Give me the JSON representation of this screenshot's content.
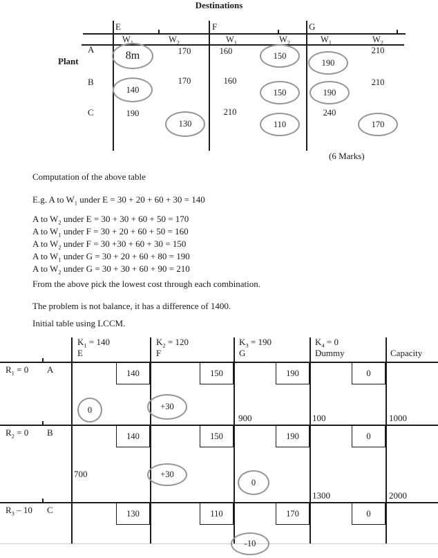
{
  "page": {
    "title": "Destinations",
    "plant_label": "Plant",
    "marks_note": "(6 Marks)"
  },
  "top_table": {
    "group_labels": [
      "E",
      "F",
      "G"
    ],
    "w_header": {
      "base": "W",
      "sub1": "1",
      "sub2": "2"
    },
    "row_labels": [
      "A",
      "B",
      "C"
    ],
    "rows": [
      {
        "cells": [
          {
            "v": "8m"
          },
          {
            "v": "170"
          },
          {
            "v": "160"
          },
          {
            "v": "150"
          },
          {
            "v": "190"
          },
          {
            "v": "210"
          }
        ]
      },
      {
        "cells": [
          {
            "v": "140"
          },
          {
            "v": "170"
          },
          {
            "v": "160"
          },
          {
            "v": "150"
          },
          {
            "v": "190"
          },
          {
            "v": "210"
          }
        ]
      },
      {
        "cells": [
          {
            "v": "190"
          },
          {
            "v": "130"
          },
          {
            "v": "210"
          },
          {
            "v": "110"
          },
          {
            "v": "240"
          },
          {
            "v": "170"
          }
        ]
      }
    ]
  },
  "notes": {
    "computation_title": "Computation of the above table",
    "lines": [
      {
        "pre": "E.g. A to W",
        "sub": "1",
        "post": " under E = 30 + 20 + 60 + 30 = 140"
      },
      {
        "pre": "A to W",
        "sub": "2",
        "post": " under E = 30 + 30 + 60 + 50 = 170"
      },
      {
        "pre": "A to W",
        "sub": "1",
        "post": " under F = 30 + 20 + 60 + 50 = 160"
      },
      {
        "pre": "A to W",
        "sub": "2",
        "post": " under F = 30 +30 + 60 + 30 = 150"
      },
      {
        "pre": "A to W",
        "sub": "1",
        "post": " under G = 30 + 20 + 60 + 80 = 190"
      },
      {
        "pre": "A to W",
        "sub": "2",
        "post": " under G = 30 + 30 + 60 + 90 = 210"
      }
    ],
    "pick_note": "From the above pick the lowest cost through each combination.",
    "balance_note": "The problem is not balance, it has a difference of 1400.",
    "initial_note": "Initial table using LCCM."
  },
  "bottom_table": {
    "col_headers": [
      {
        "kbase": "K",
        "ksub": "1",
        "krest": " = 140",
        "name": "E"
      },
      {
        "kbase": "K",
        "ksub": "2",
        "krest": " = 120",
        "name": "F"
      },
      {
        "kbase": "K",
        "ksub": "3",
        "krest": " = 190",
        "name": "G"
      },
      {
        "kbase": "K",
        "ksub": "4",
        "krest": " = 0",
        "name": "Dummy"
      }
    ],
    "capacity_header": "Capacity",
    "rows": [
      {
        "rbase": "R",
        "rsub": "1",
        "rrest": " = 0",
        "label": "A",
        "costs": [
          "140",
          "150",
          "190",
          "0"
        ]
      },
      {
        "rbase": "R",
        "rsub": "2",
        "rrest": " = 0",
        "label": "B",
        "costs": [
          "140",
          "150",
          "190",
          "0"
        ]
      },
      {
        "rbase": "R",
        "rsub": "3",
        "rrest": " – 10",
        "label": "C",
        "costs": [
          "130",
          "110",
          "170",
          "0"
        ]
      }
    ],
    "allocations": {
      "a_g": "900",
      "a_dummy": "100",
      "a_capacity": "1000",
      "b_e": "700",
      "b_dummy": "1300",
      "b_capacity": "2000"
    },
    "circles": {
      "a_e": "0",
      "a_f": "+30",
      "b_f": "+30",
      "b_g": "0",
      "c_g": "-10"
    }
  }
}
